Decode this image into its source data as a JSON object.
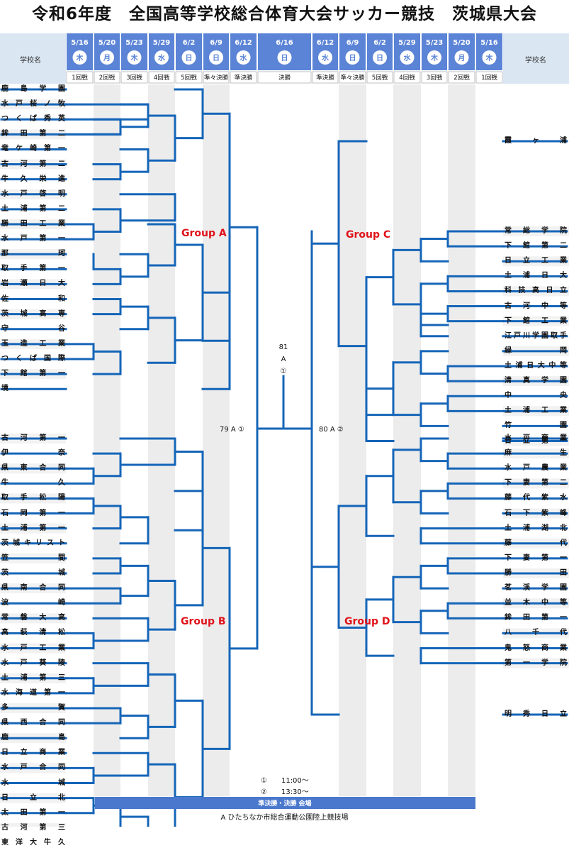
{
  "title": "令和6年度　全国高等学校総合体育大会サッカー競技　茨城県大会",
  "header": {
    "school_label_left": "学校名",
    "school_label_right": "学校名",
    "columns": [
      {
        "date": "5/16",
        "day": "木",
        "round": "1回戦"
      },
      {
        "date": "5/20",
        "day": "月",
        "round": "2回戦"
      },
      {
        "date": "5/23",
        "day": "木",
        "round": "3回戦"
      },
      {
        "date": "5/29",
        "day": "水",
        "round": "4回戦"
      },
      {
        "date": "6/2",
        "day": "日",
        "round": "5回戦"
      },
      {
        "date": "6/9",
        "day": "日",
        "round": "準々決勝"
      },
      {
        "date": "6/12",
        "day": "水",
        "round": "準決勝"
      },
      {
        "date": "6/16",
        "day": "日",
        "round": "決勝"
      },
      {
        "date": "6/12",
        "day": "水",
        "round": "準決勝"
      },
      {
        "date": "6/9",
        "day": "日",
        "round": "準々決勝"
      },
      {
        "date": "6/2",
        "day": "日",
        "round": "5回戦"
      },
      {
        "date": "5/29",
        "day": "水",
        "round": "4回戦"
      },
      {
        "date": "5/23",
        "day": "木",
        "round": "3回戦"
      },
      {
        "date": "5/20",
        "day": "月",
        "round": "2回戦"
      },
      {
        "date": "5/16",
        "day": "木",
        "round": "1回戦"
      }
    ]
  },
  "left_teams": [
    "鹿島学園",
    "水戸桜ノ牧",
    "つくば秀英",
    "鉾田第二",
    "竜ケ崎第一",
    "古河第二",
    "牛久栄進",
    "水戸啓明",
    "土浦第二",
    "勝田工業",
    "水戸第一",
    "那珂",
    "取手第一",
    "岩瀬日大",
    "佐和",
    "茨城高専",
    "守谷",
    "玉造工業",
    "つくば国際",
    "下館第一",
    "境",
    "古河第一",
    "伊奈",
    "県東合同",
    "牛久",
    "取手松陽",
    "石岡第一",
    "土浦第一",
    "茨城キリスト",
    "笠間",
    "茨城",
    "県南合同",
    "波崎",
    "常磐大高",
    "高萩清松",
    "水戸工業",
    "水戸葵陵",
    "土浦第三",
    "水海道第一",
    "多賀",
    "県西合同",
    "鹿島",
    "日立商業",
    "水戸合同",
    "水城",
    "日立北",
    "太田第一",
    "古河第三",
    "東洋大牛久"
  ],
  "right_teams": [
    "霞ヶ浦",
    "常総学院",
    "下館第二",
    "日立工業",
    "土浦日大",
    "科技高日立",
    "古河中等",
    "下館工業",
    "江戸川学園取手",
    "緑岡",
    "土浦日大中等",
    "清真学園",
    "中央",
    "土浦工業",
    "竹園",
    "日立第一",
    "水戸商業",
    "麻生",
    "水戸農業",
    "下妻第二",
    "藤代紫水",
    "石下紫峰",
    "土浦湖北",
    "藤代",
    "下妻第一",
    "勝田",
    "茗渓学園",
    "並木中等",
    "鉾田第一",
    "八千代",
    "鬼怒商業",
    "第一学院",
    "明秀日立"
  ],
  "groups": {
    "a": "Group A",
    "b": "Group B",
    "c": "Group C",
    "d": "Group D"
  },
  "final_info": {
    "num": "81",
    "venue": "A",
    "mark": "①"
  },
  "semi_left": "79 A ①",
  "semi_right": "80 A ②",
  "times": {
    "t1": "①　　11:00～",
    "t2": "②　　13:30～"
  },
  "venue_bar": "準決勝・決勝 会場",
  "venue_note": "A ひたちなか市総合運動公園陸上競技場",
  "colors": {
    "line": "#1565b8",
    "header_bg": "#dbe6f3",
    "date_box": "#5b84d6",
    "stripe": "#ececec",
    "group_label": "#e0121a"
  }
}
